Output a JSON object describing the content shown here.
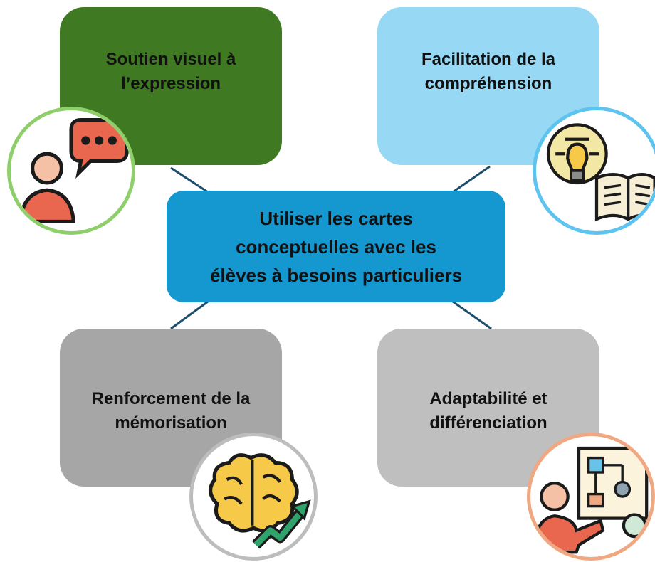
{
  "center": {
    "text": "Utiliser les cartes conceptuelles avec les élèves à besoins particuliers"
  },
  "boxes": {
    "top_left": {
      "text": "Soutien visuel à l’expression"
    },
    "top_right": {
      "text": "Facilitation de la compréhension"
    },
    "bottom_left": {
      "text": "Renforcement de la mémorisation"
    },
    "bottom_right": {
      "text": "Adaptabilité et différenciation"
    }
  },
  "icons": {
    "top_left": "person-speech-bubble-icon",
    "top_right": "lightbulb-open-book-icon",
    "bottom_left": "brain-growth-arrow-icon",
    "bottom_right": "teacher-flowchart-board-icon"
  },
  "colors": {
    "center": "#1597d0",
    "top_left": "#3f7a22",
    "top_right": "#97d8f4",
    "bottom_left": "#a6a6a6",
    "bottom_right": "#bfbfbf",
    "connector": "#1e4e6e"
  }
}
